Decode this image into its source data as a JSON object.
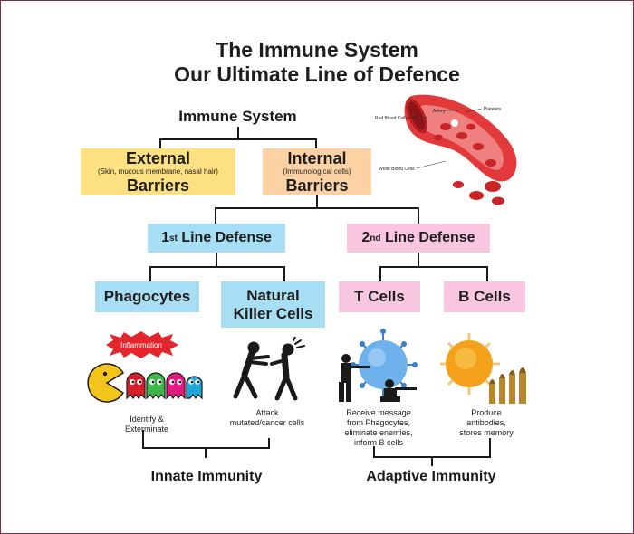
{
  "title": {
    "line1": "The Immune System",
    "line2": "Our Ultimate Line of Defence"
  },
  "root": "Immune System",
  "barriers": {
    "external": {
      "title": "External",
      "sub": "(Skin, mucous membrane, nasal hair)",
      "bottom": "Barriers"
    },
    "internal": {
      "title": "Internal",
      "sub": "(Immunological cells)",
      "bottom": "Barriers"
    }
  },
  "defense": {
    "first": {
      "num": "1",
      "sup": "st",
      "rest": " Line Defense"
    },
    "second": {
      "num": "2",
      "sup": "nd",
      "rest": " Line Defense"
    }
  },
  "cells": {
    "phagocytes": "Phagocytes",
    "nk_line1": "Natural",
    "nk_line2": "Killer Cells",
    "t_cells": "T Cells",
    "b_cells": "B Cells"
  },
  "inflammation": "Inflammation",
  "descriptions": {
    "phagocytes": [
      "Identify &",
      "Exterminate"
    ],
    "nk": [
      "Attack",
      "mutated/cancer cells"
    ],
    "t_cells": [
      "Receive message",
      "from Phagocytes,",
      "eliminate enemies,",
      "inform B cells"
    ],
    "b_cells": [
      "Produce",
      "antibodies,",
      "stores memory"
    ]
  },
  "immunity": {
    "innate": "Innate Immunity",
    "adaptive": "Adaptive Immunity"
  },
  "artery_labels": {
    "platelets": "Platelets",
    "red_blood": "Red Blood Cells",
    "artery": "Artery",
    "white_blood": "White Blood Cells"
  },
  "colors": {
    "yellow": "#fde082",
    "peach": "#fcd2a4",
    "blue": "#a7def4",
    "pink": "#f9c6df",
    "red": "#d42a2a",
    "border": "#7a2e4a"
  },
  "icons": [
    "pacman-icon",
    "ghost-icon",
    "fighting-figures-icon",
    "virus-icon",
    "soldiers-icon",
    "sun-cell-icon",
    "bullets-icon",
    "artery-icon"
  ]
}
